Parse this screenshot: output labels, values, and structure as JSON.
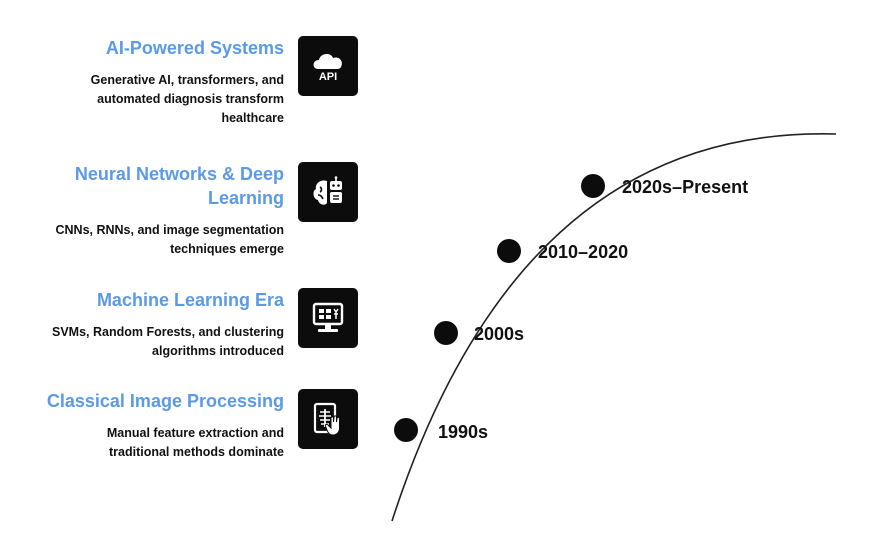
{
  "eras": [
    {
      "title": "AI-Powered Systems",
      "description": "Generative AI, transformers, and automated diagnosis transform healthcare",
      "icon": "cloud-api-icon",
      "icon_text": "API"
    },
    {
      "title": "Neural Networks & Deep Learning",
      "description": "CNNs, RNNs, and image segmentation techniques emerge",
      "icon": "brain-robot-icon"
    },
    {
      "title": "Machine Learning Era",
      "description": "SVMs, Random Forests, and clustering algorithms introduced",
      "icon": "computer-monitor-icon"
    },
    {
      "title": "Classical Image Processing",
      "description": "Manual feature extraction and traditional methods dominate",
      "icon": "xray-hand-icon"
    }
  ],
  "timeline": {
    "milestones": [
      "2020s–Present",
      "2010–2020",
      "2000s",
      "1990s"
    ],
    "line_color": "#222222",
    "dot_color": "#0c0c0c"
  },
  "colors": {
    "accent": "#5a9ae6",
    "text": "#111111",
    "icon_bg": "#0c0c0c"
  }
}
